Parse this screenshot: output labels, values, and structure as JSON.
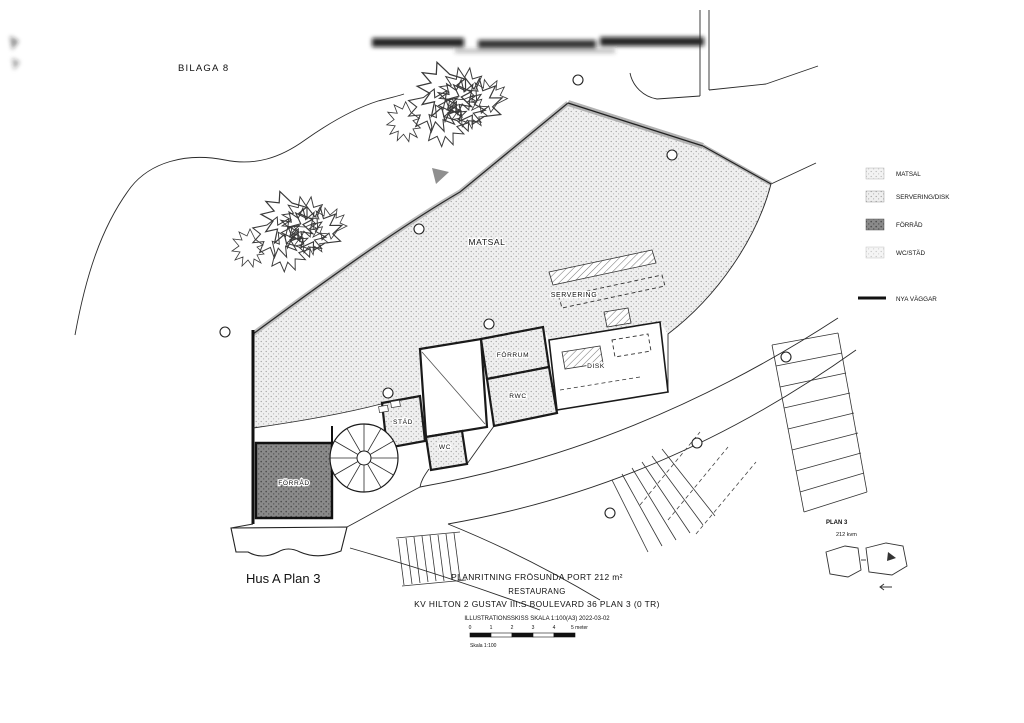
{
  "annotations": {
    "bilaga": "BILAGA 8",
    "plan_name": "Hus A Plan 3"
  },
  "rooms": {
    "matsal": "MATSAL",
    "servering": "SERVERING",
    "forrum": "FÖRRUM",
    "disk": "DISK",
    "rwc": "RWC",
    "stad": "STÄD",
    "wc": "WC",
    "forrad": "FÖRRÅD"
  },
  "legend": {
    "items": [
      {
        "label": "MATSAL",
        "swatch": "stipple-light"
      },
      {
        "label": "SERVERING/DISK",
        "swatch": "stipple-light"
      },
      {
        "label": "FÖRRÅD",
        "swatch": "stipple-dark"
      },
      {
        "label": "WC/STÄD",
        "swatch": "stipple-light"
      },
      {
        "label": "NYA VÄGGAR",
        "swatch": "thick-line"
      }
    ]
  },
  "title_block": {
    "line1": "PLANRITNING FRÖSUNDA PORT  212 m²",
    "line2": "RESTAURANG",
    "line3": "KV HILTON 2  GUSTAV III:S BOULEVARD 36  PLAN 3 (0 TR)",
    "line4": "ILLUSTRATIONSSKISS SKALA 1:100(A3)  2022-03-02",
    "scale_label": "Skala 1:100",
    "scale_ticks": [
      "0",
      "1",
      "2",
      "3",
      "4",
      "5 meter"
    ]
  },
  "key_plan": {
    "title": "PLAN 3",
    "area": "212 kvm"
  },
  "colors": {
    "ink": "#1c1c1c",
    "stipple_light": "#d9d9d9",
    "stipple_dark": "#7d7d7d",
    "new_wall": "#111111"
  }
}
